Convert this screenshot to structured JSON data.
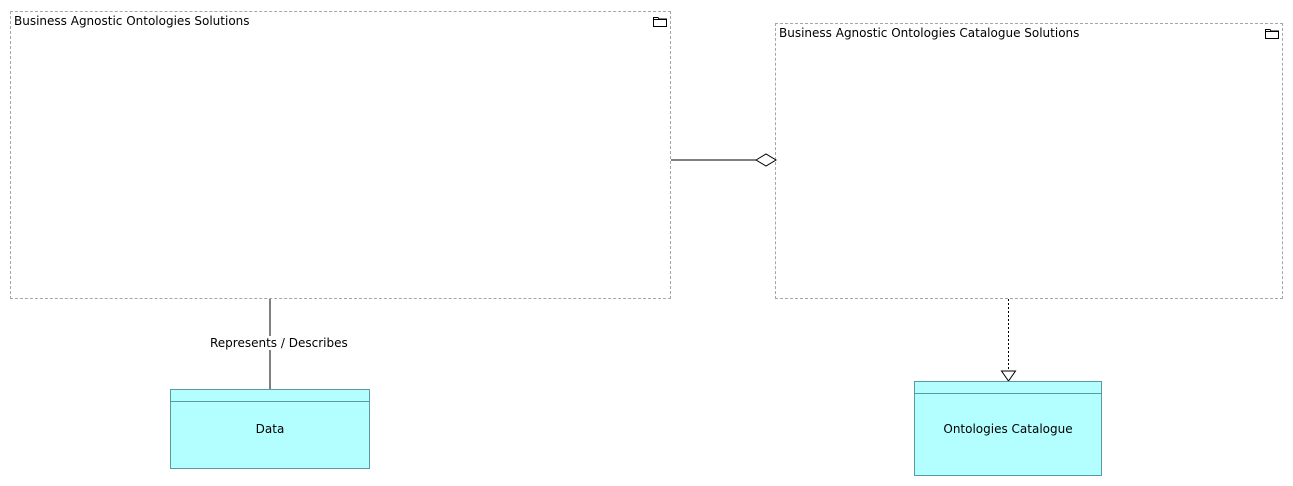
{
  "groups": {
    "left": {
      "title": "Business Agnostic Ontologies Solutions",
      "icon": "folder-icon"
    },
    "right": {
      "title": "Business Agnostic Ontologies Catalogue Solutions",
      "icon": "folder-icon"
    }
  },
  "objects": {
    "data": {
      "label": "Data"
    },
    "catalogue": {
      "label": "Ontologies Catalogue"
    }
  },
  "connections": {
    "represents": {
      "label": "Represents / Describes"
    }
  },
  "colors": {
    "object_fill": "#b3ffff",
    "object_border": "#5c9aa3",
    "group_border": "#a6a6a6"
  }
}
